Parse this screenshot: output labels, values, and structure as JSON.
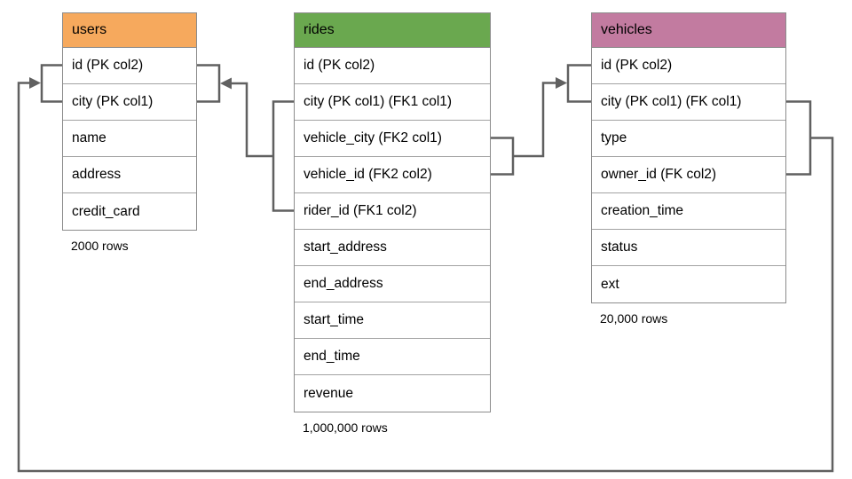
{
  "diagram": {
    "type": "database-schema",
    "tables": {
      "users": {
        "name": "users",
        "header_color": "#F6A95D",
        "rows": [
          "id (PK col2)",
          "city (PK col1)",
          "name",
          "address",
          "credit_card"
        ],
        "row_count": "2000 rows"
      },
      "rides": {
        "name": "rides",
        "header_color": "#6AA84F",
        "rows": [
          "id (PK col2)",
          "city (PK col1) (FK1 col1)",
          "vehicle_city (FK2 col1)",
          "vehicle_id (FK2 col2)",
          "rider_id (FK1 col2)",
          "start_address",
          "end_address",
          "start_time",
          "end_time",
          "revenue"
        ],
        "row_count": "1,000,000 rows"
      },
      "vehicles": {
        "name": "vehicles",
        "header_color": "#C27BA0",
        "rows": [
          "id (PK col2)",
          "city (PK col1) (FK col1)",
          "type",
          "owner_id (FK col2)",
          "creation_time",
          "status",
          "ext"
        ],
        "row_count": "20,000 rows"
      }
    },
    "relationships": [
      {
        "name": "rides-fk1-to-users",
        "from": "rides (city, rider_id)",
        "to": "users (id, city)",
        "arrow": "points-to-users"
      },
      {
        "name": "rides-fk2-to-vehicles",
        "from": "rides (vehicle_city, vehicle_id)",
        "to": "vehicles (id, city)",
        "arrow": "points-to-vehicles"
      },
      {
        "name": "vehicles-fk-to-users",
        "from": "vehicles (city, owner_id)",
        "to": "users (id, city)",
        "arrow": "points-to-users"
      }
    ],
    "colors": {
      "users_header": "#F6A95D",
      "rides_header": "#6AA84F",
      "vehicles_header": "#C27BA0",
      "connector_line": "#606060",
      "cell_border": "#a2a2a2",
      "table_border": "#8c8c8c",
      "background": "#ffffff",
      "text": "#000000"
    }
  }
}
